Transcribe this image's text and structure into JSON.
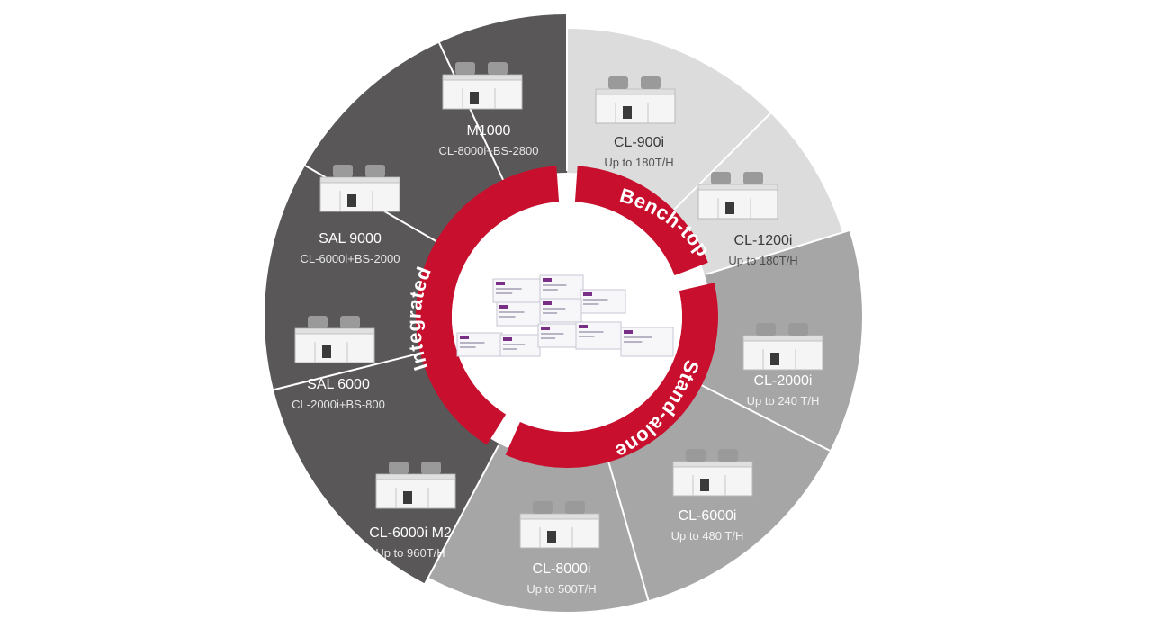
{
  "categories": {
    "bench_top": "Bench-top",
    "stand_alone": "Stand-alone",
    "integrated": "Integrated"
  },
  "products": [
    {
      "name": "M1000",
      "sub": "CL-8000i+BS-2800"
    },
    {
      "name": "CL-900i",
      "sub": "Up to 180T/H"
    },
    {
      "name": "CL-1200i",
      "sub": "Up to 180T/H"
    },
    {
      "name": "CL-2000i",
      "sub": "Up to 240 T/H"
    },
    {
      "name": "CL-6000i",
      "sub": "Up to 480 T/H"
    },
    {
      "name": "CL-8000i",
      "sub": "Up to 500T/H"
    },
    {
      "name": "CL-6000i M2",
      "sub": "Up to 960T/H"
    },
    {
      "name": "SAL 6000",
      "sub": "CL-2000i+BS-800"
    },
    {
      "name": "SAL 9000",
      "sub": "CL-6000i+BS-2000"
    }
  ],
  "colors": {
    "bench_top_bg": "#dcdcdc",
    "stand_alone_bg": "#a6a6a6",
    "integrated_bg": "#595757",
    "ring_red": "#c8102e",
    "text_dark": "#3a3a3a",
    "text_light": "#ffffff"
  },
  "icons": {
    "center": "reagent-boxes-icon",
    "machine": "analyzer-machine-icon"
  }
}
